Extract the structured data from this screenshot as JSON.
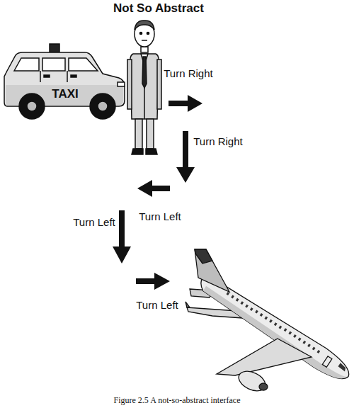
{
  "diagram": {
    "title": "Not So Abstract",
    "caption": "Figure 2.5 A not-so-abstract interface",
    "labels": [
      "TAXI",
      "Turn Right",
      "Turn Right",
      "Turn Left",
      "Turn Left",
      "Turn Left"
    ]
  }
}
